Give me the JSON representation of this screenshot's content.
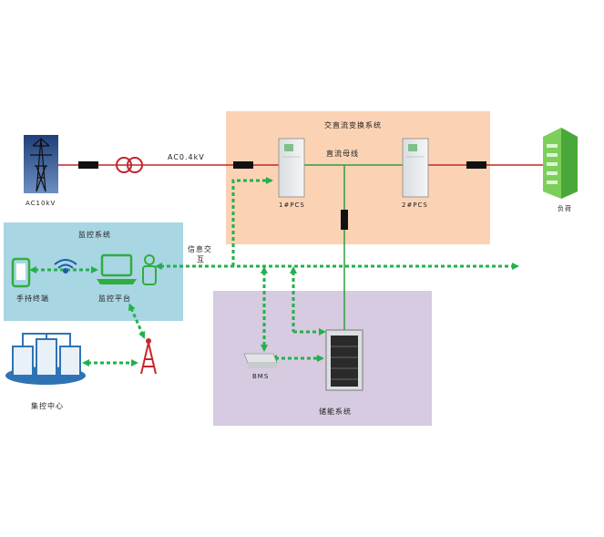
{
  "grid_label": "AC10kV",
  "bus_voltage_label": "AC0.4kV",
  "pcs_system": {
    "title": "交直流变换系统",
    "dc_bus_label": "直流母线",
    "pcs1_label": "1#PCS",
    "pcs2_label": "2#PCS"
  },
  "load_label": "负荷",
  "info_exchange_label_line1": "信息交",
  "info_exchange_label_line2": "互",
  "monitoring": {
    "title": "监控系统",
    "handheld_label": "手持终端",
    "platform_label": "监控平台"
  },
  "central_control_label": "集控中心",
  "storage": {
    "title": "储能系统",
    "bms_label": "BMS"
  },
  "colors": {
    "power_line": "#c0262c",
    "dc_line": "#2e9e3e",
    "comm_line": "#22b14c",
    "pcs_panel": "#fbd3b4",
    "monitor_panel": "#a9d6e3",
    "storage_panel": "#d6cbe0",
    "icon_green": "#2fae3f",
    "antenna_red": "#c8262c"
  }
}
